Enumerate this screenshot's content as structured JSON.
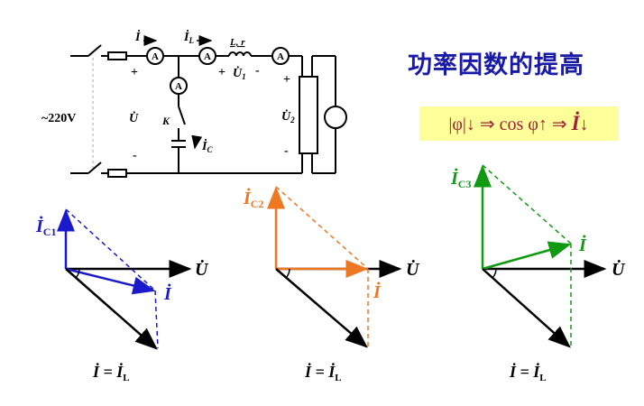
{
  "title": "功率因数的提高",
  "formula": {
    "left": "|φ|↓ ⇒ cos φ↑ ⇒ ",
    "current": "İ",
    "arrow": "↓"
  },
  "circuit": {
    "source_label": "~220V",
    "plus": "+",
    "minus": "-",
    "voltage_label": "U̇",
    "current_total": "İ",
    "current_inductive": "İ",
    "sub_L": "L",
    "inductor_label": "L, r",
    "u1_label": "U̇",
    "sub_1": "1",
    "u2_label": "U̇",
    "sub_2": "2",
    "switch_label": "K",
    "cap_current": "İ",
    "sub_C": "C",
    "ammeter": "A"
  },
  "phasors": [
    {
      "name": "case1",
      "color": "#1a1acc",
      "ic_label": "İ",
      "ic_sub": "C1",
      "i_label": "İ",
      "u_label": "U̇",
      "caption_lhs": "İ = İ",
      "caption_sub": "L"
    },
    {
      "name": "case2",
      "color": "#ee7722",
      "ic_label": "İ",
      "ic_sub": "C2",
      "i_label": "İ",
      "u_label": "U̇",
      "caption_lhs": "İ = İ",
      "caption_sub": "L"
    },
    {
      "name": "case3",
      "color": "#119911",
      "ic_label": "İ",
      "ic_sub": "C3",
      "i_label": "İ",
      "u_label": "U̇",
      "caption_lhs": "İ = İ",
      "caption_sub": "L"
    }
  ]
}
